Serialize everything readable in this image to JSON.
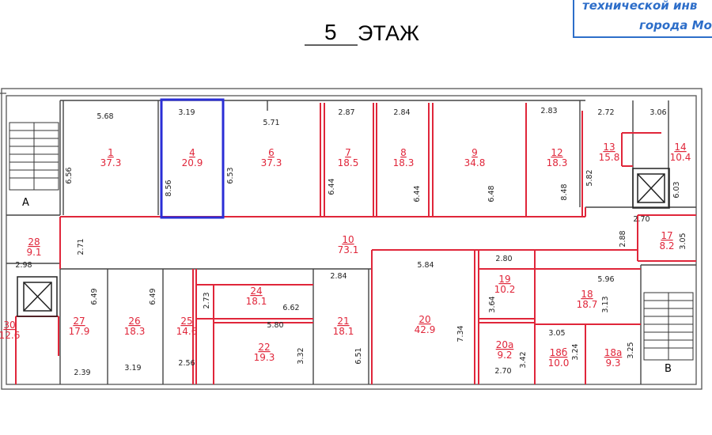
{
  "header": {
    "floor_number": "5",
    "floor_word": "ЭТАЖ",
    "stamp_line1": "технической инв",
    "stamp_line2": "города Мо"
  },
  "rooms": [
    {
      "num": "1",
      "area": "37.3"
    },
    {
      "num": "4",
      "area": "20.9"
    },
    {
      "num": "6",
      "area": "37.3"
    },
    {
      "num": "7",
      "area": "18.5"
    },
    {
      "num": "8",
      "area": "18.3"
    },
    {
      "num": "9",
      "area": "34.8"
    },
    {
      "num": "12",
      "area": "18.3"
    },
    {
      "num": "13",
      "area": "15.8"
    },
    {
      "num": "14",
      "area": "10.4"
    },
    {
      "num": "10",
      "area": "73.1"
    },
    {
      "num": "17",
      "area": "8.2"
    },
    {
      "num": "28",
      "area": "9.1"
    },
    {
      "num": "27",
      "area": "17.9"
    },
    {
      "num": "26",
      "area": "18.3"
    },
    {
      "num": "25",
      "area": "14.6"
    },
    {
      "num": "24",
      "area": "18.1"
    },
    {
      "num": "22",
      "area": "19.3"
    },
    {
      "num": "21",
      "area": "18.1"
    },
    {
      "num": "20",
      "area": "42.9"
    },
    {
      "num": "19",
      "area": "10.2"
    },
    {
      "num": "18",
      "area": "18.7"
    },
    {
      "num": "20а",
      "area": "9.2"
    },
    {
      "num": "18б",
      "area": "10.0"
    },
    {
      "num": "18а",
      "area": "9.3"
    },
    {
      "num": "30",
      "area": "12.6"
    }
  ],
  "dimensions": [
    "5.68",
    "3.19",
    "5.71",
    "2.87",
    "2.84",
    "2.83",
    "2.72",
    "3.06",
    "6.56",
    "8.56",
    "6.53",
    "6.44",
    "6.44",
    "6.48",
    "8.48",
    "5.82",
    "6.03",
    "2.70",
    "2.88",
    "3.05",
    "2.71",
    "2.98",
    "5.84",
    "2.80",
    "5.96",
    "3.64",
    "3.13",
    "6.49",
    "6.49",
    "2.73",
    "6.62",
    "5.80",
    "3.32",
    "2.84",
    "6.51",
    "7.34",
    "3.05",
    "3.24",
    "3.25",
    "3.42",
    "2.70",
    "2.39",
    "3.19",
    "2.56"
  ],
  "stair_labels": {
    "left": "А",
    "right": "В"
  }
}
